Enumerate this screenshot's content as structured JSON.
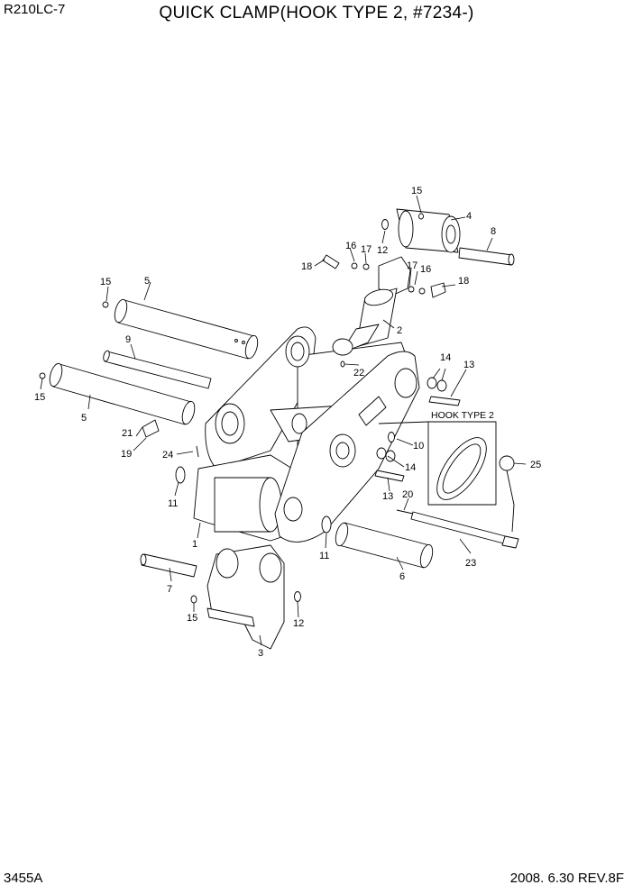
{
  "header": {
    "model": "R210LC-7",
    "title": "QUICK CLAMP(HOOK TYPE 2, #7234-)"
  },
  "footer": {
    "page": "3455A",
    "date_rev": "2008. 6.30  REV.8F"
  },
  "inset": {
    "label": "HOOK TYPE 2"
  },
  "callouts": [
    "1",
    "2",
    "3",
    "4",
    "5",
    "5",
    "6",
    "7",
    "8",
    "9",
    "10",
    "11",
    "11",
    "12",
    "12",
    "13",
    "13",
    "14",
    "14",
    "15",
    "15",
    "15",
    "15",
    "16",
    "16",
    "17",
    "17",
    "18",
    "18",
    "19",
    "20",
    "21",
    "22",
    "23",
    "24",
    "25"
  ]
}
